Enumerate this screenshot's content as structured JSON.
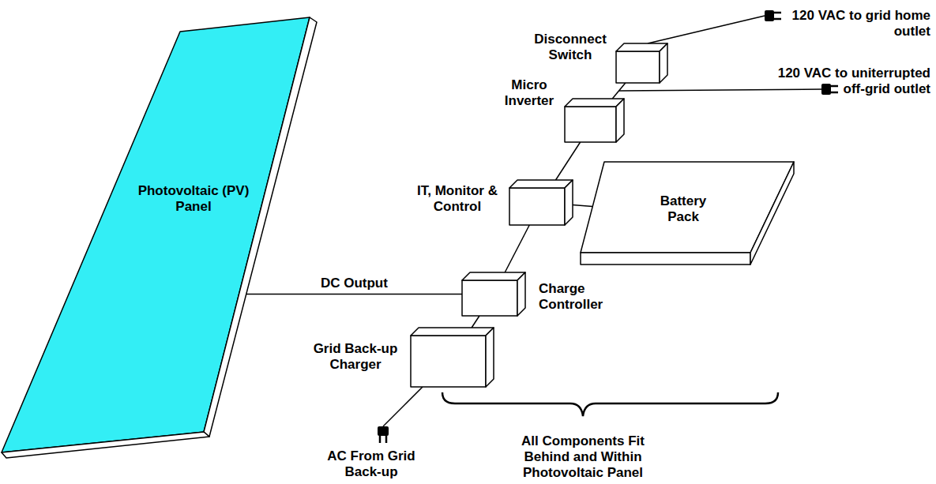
{
  "diagram": {
    "nodes": [
      {
        "text": [
          "Photovoltaic (PV) Panel"
        ]
      },
      {
        "text": [
          "Disconnect Switch"
        ]
      },
      {
        "text": [
          "Micro Inverter"
        ]
      },
      {
        "text": [
          "IT, Monitor & Control"
        ]
      },
      {
        "text": [
          "Battery Pack"
        ]
      },
      {
        "text": [
          "Charge Controller"
        ]
      },
      {
        "text": [
          "Grid Back-up Charger"
        ]
      }
    ],
    "edges": [
      {
        "from": 0,
        "to": 5,
        "label": "DC Output",
        "arrow": "none"
      },
      {
        "from": 6,
        "to": 5,
        "arrow": "none"
      },
      {
        "from": 5,
        "to": 3,
        "arrow": "none"
      },
      {
        "from": 3,
        "to": 4,
        "arrow": "none"
      },
      {
        "from": 3,
        "to": 2,
        "arrow": "none"
      },
      {
        "from": 2,
        "to": 1,
        "arrow": "none"
      }
    ],
    "labels": [
      "120 VAC to grid home outlet",
      "120 VAC to uniterrupted off-grid outlet",
      "AC From Grid Back-up",
      "All Components Fit Behind and Within Photovoltaic Panel"
    ]
  }
}
